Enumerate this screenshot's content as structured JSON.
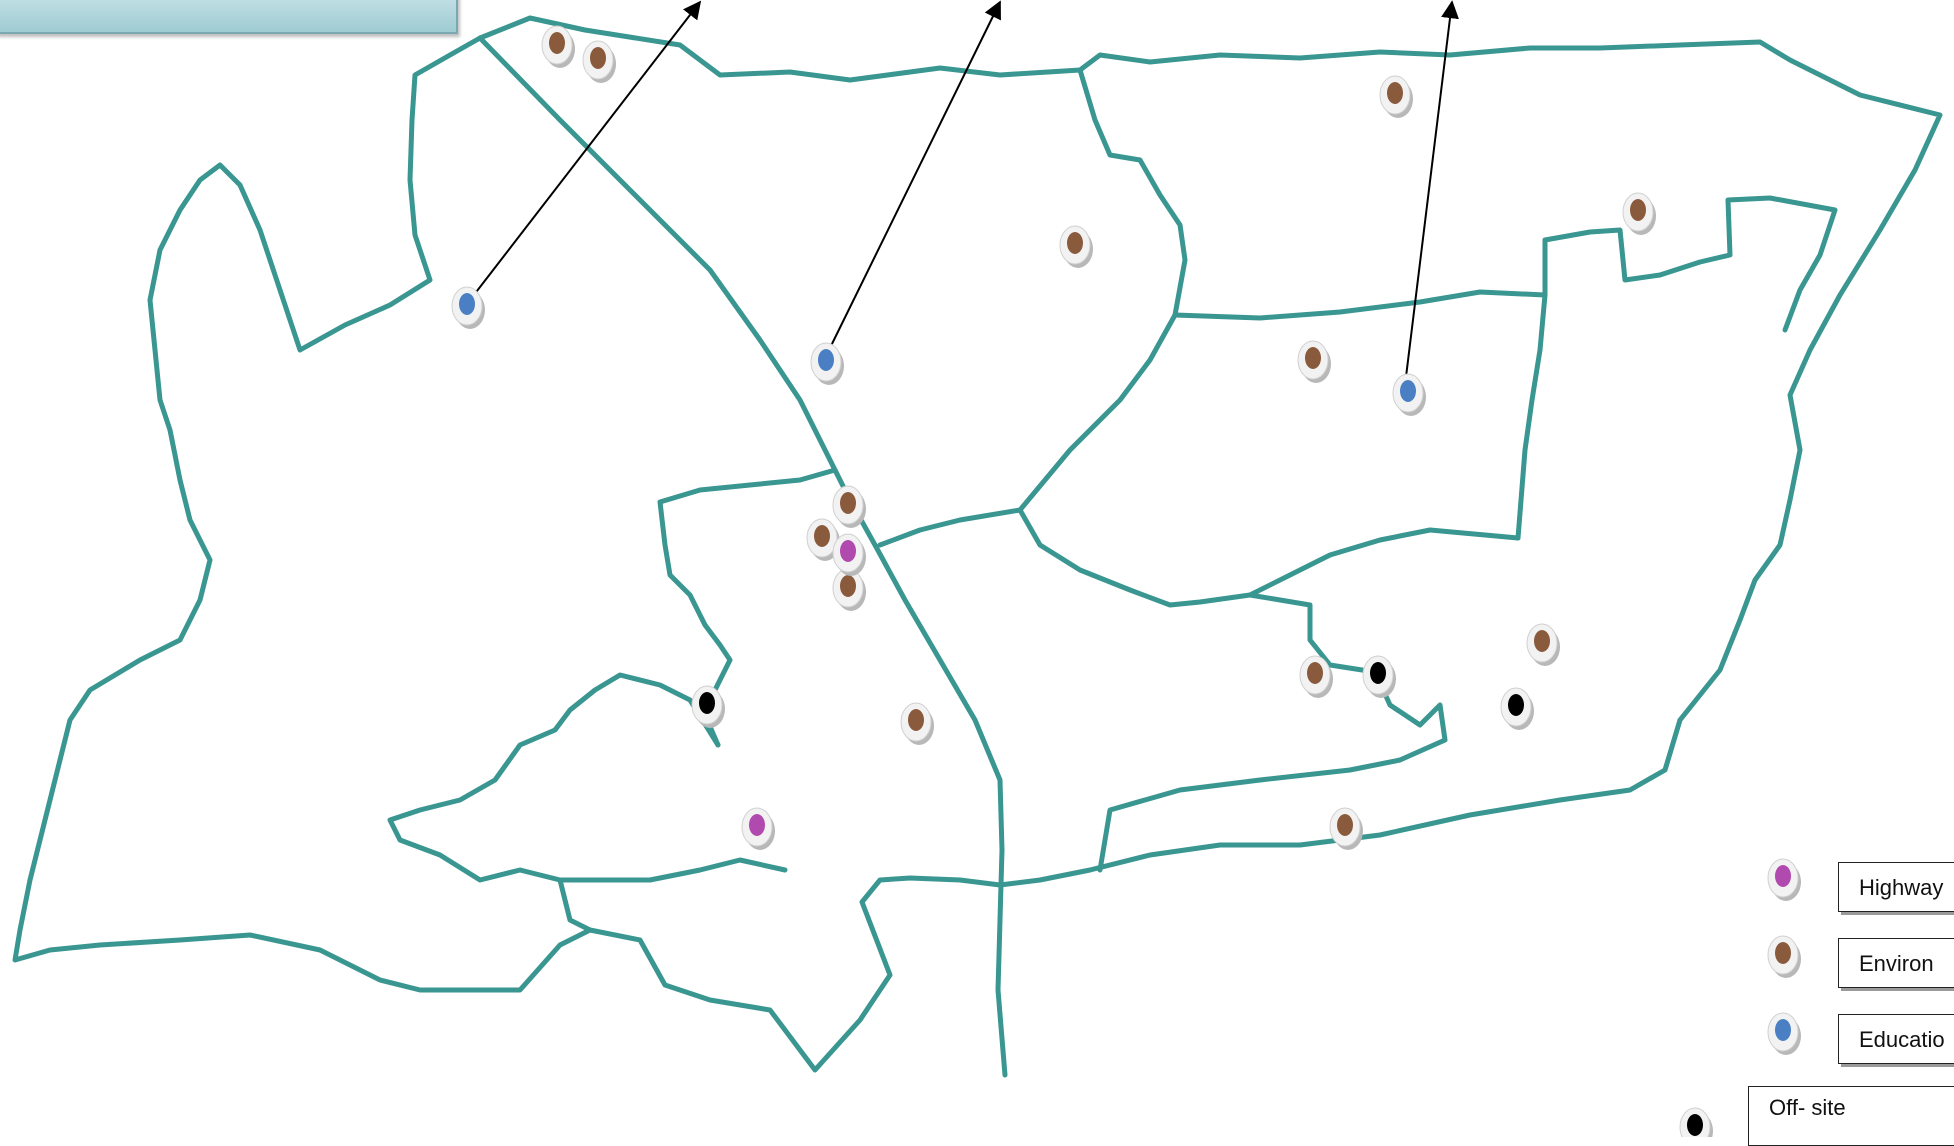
{
  "map": {
    "boundary_color": "#3a9690",
    "title_box_color": "#aad4da"
  },
  "marker_colors": {
    "highways": "#b04aae",
    "environment": "#8a5a3c",
    "education": "#4a7fc4",
    "offsite": "#000000"
  },
  "markers": [
    {
      "category": "environment"
    },
    {
      "category": "environment"
    },
    {
      "category": "environment"
    },
    {
      "category": "environment"
    },
    {
      "category": "environment"
    },
    {
      "category": "environment"
    },
    {
      "category": "environment"
    },
    {
      "category": "environment"
    },
    {
      "category": "environment"
    },
    {
      "category": "environment"
    },
    {
      "category": "environment"
    },
    {
      "category": "environment"
    },
    {
      "category": "environment"
    },
    {
      "category": "highways"
    },
    {
      "category": "highways"
    },
    {
      "category": "education"
    },
    {
      "category": "education"
    },
    {
      "category": "education"
    },
    {
      "category": "offsite"
    },
    {
      "category": "offsite"
    },
    {
      "category": "offsite"
    }
  ],
  "legend": {
    "items": [
      {
        "category": "highways",
        "label": "Highway"
      },
      {
        "category": "environment",
        "label": "Environ"
      },
      {
        "category": "education",
        "label": "Educatio"
      },
      {
        "category": "offsite",
        "label": "Off- site"
      }
    ]
  }
}
